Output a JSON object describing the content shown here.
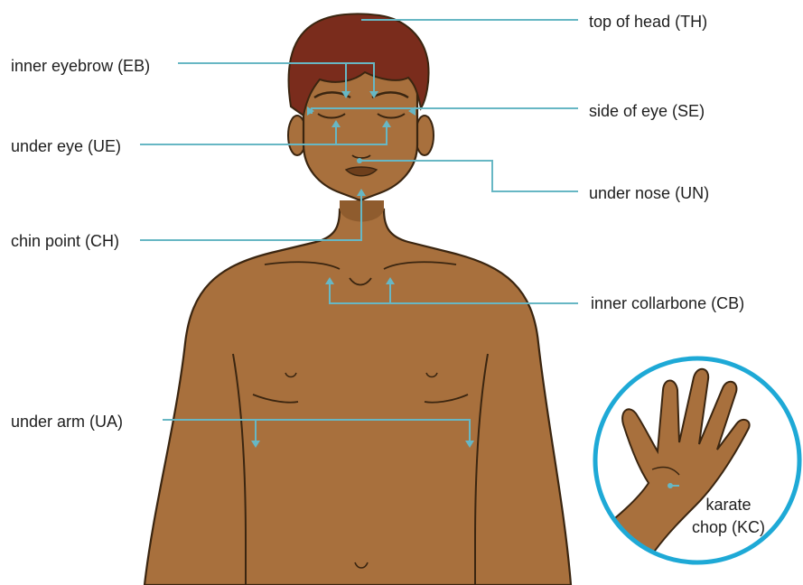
{
  "colors": {
    "skin": "#a8703d",
    "skin_shadow": "#8f5c2e",
    "outline": "#3a2510",
    "hair": "#7a2c1c",
    "leader_line": "#67b7c4",
    "inset_ring": "#1ea9d6"
  },
  "labels": {
    "top_of_head": "top of head (TH)",
    "inner_eyebrow": "inner eyebrow (EB)",
    "side_of_eye": "side of eye (SE)",
    "under_eye": "under eye (UE)",
    "under_nose": "under nose (UN)",
    "chin_point": "chin point (CH)",
    "inner_collarbone": "inner collarbone (CB)",
    "under_arm": "under arm (UA)",
    "karate_chop_line1": "karate",
    "karate_chop_line2": "chop (KC)"
  }
}
